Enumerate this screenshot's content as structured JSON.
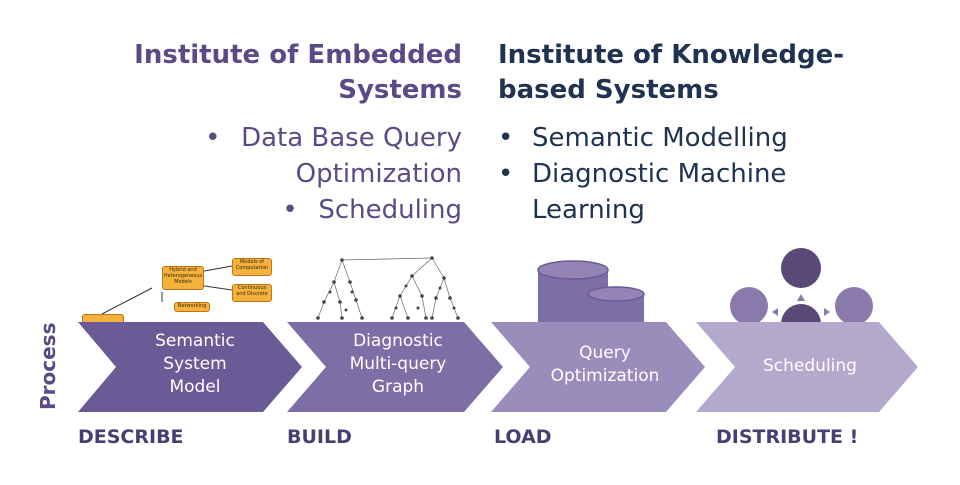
{
  "left_institute": {
    "title_line1": "Institute of Embedded",
    "title_line2": "Systems",
    "bullets": [
      "Data Base Query",
      "Optimization",
      "Scheduling"
    ]
  },
  "right_institute": {
    "title_line1": "Institute of Knowledge-",
    "title_line2": "based Systems",
    "bullets": [
      "Semantic Modelling",
      "Diagnostic Machine",
      "Learning"
    ]
  },
  "bullet_glyph": "•",
  "process_label": "Process",
  "chevrons": [
    {
      "lines": [
        "Semantic",
        "System",
        "Model"
      ],
      "color": "#6a5a96"
    },
    {
      "lines": [
        "Diagnostic",
        "Multi-query",
        "Graph"
      ],
      "color": "#7e6ea6"
    },
    {
      "lines": [
        "Query",
        "Optimization"
      ],
      "color": "#9a8dbb"
    },
    {
      "lines": [
        "Scheduling"
      ],
      "color": "#b3a9cd"
    }
  ],
  "stages": [
    "DESCRIBE",
    "BUILD",
    "LOAD",
    "DISTRIBUTE !"
  ],
  "mini_diagram": {
    "nodes": [
      "Hybrid and Heterogeneous Models",
      "Models of Computation",
      "Continuous and Discrete",
      "Networking"
    ]
  },
  "icons": [
    "model-diagram-thumbnail",
    "query-graph-thumbnail",
    "database-cylinders-icon",
    "scheduling-circles-icon"
  ]
}
